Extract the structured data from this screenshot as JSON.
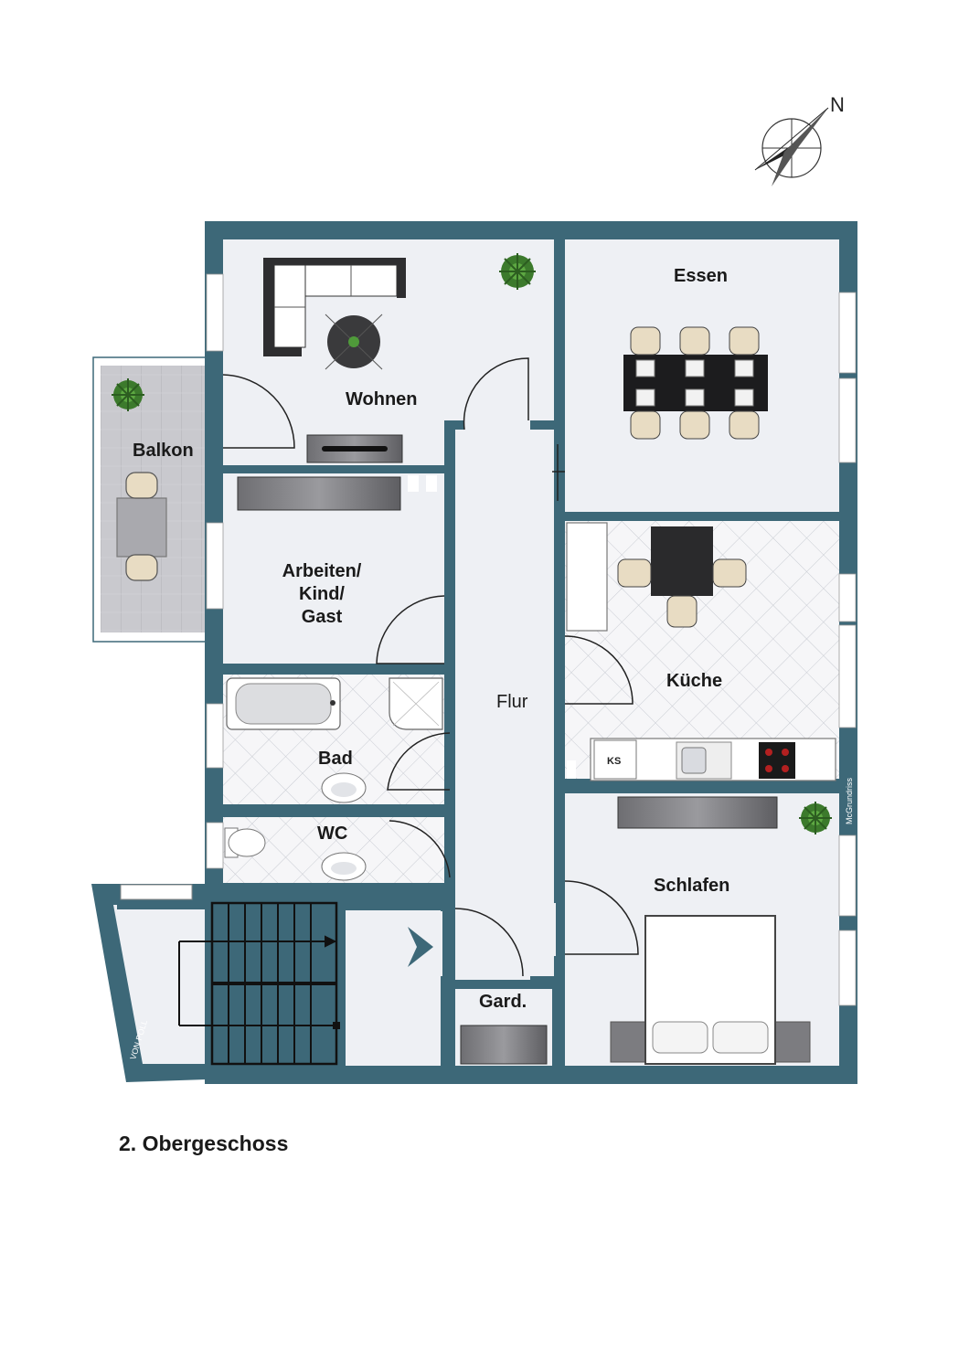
{
  "compass": {
    "north_label": "N"
  },
  "rooms": {
    "wohnen": "Wohnen",
    "essen": "Essen",
    "balkon": "Balkon",
    "arbeiten_line1": "Arbeiten/",
    "arbeiten_line2": "Kind/",
    "arbeiten_line3": "Gast",
    "flur": "Flur",
    "kueche": "Küche",
    "bad": "Bad",
    "wc": "WC",
    "schlafen": "Schlafen",
    "gard": "Gard."
  },
  "fixtures": {
    "fridge_label": "KS"
  },
  "credits": {
    "mcgrundriss": "McGrundriss",
    "logo_text": "VON POLL"
  },
  "floor_title": "2. Obergeschoss",
  "colors": {
    "wall": "#3d6878",
    "floor": "#eef0f4",
    "tile": "#f4f4f6",
    "balcony": "#cfcfd4"
  }
}
